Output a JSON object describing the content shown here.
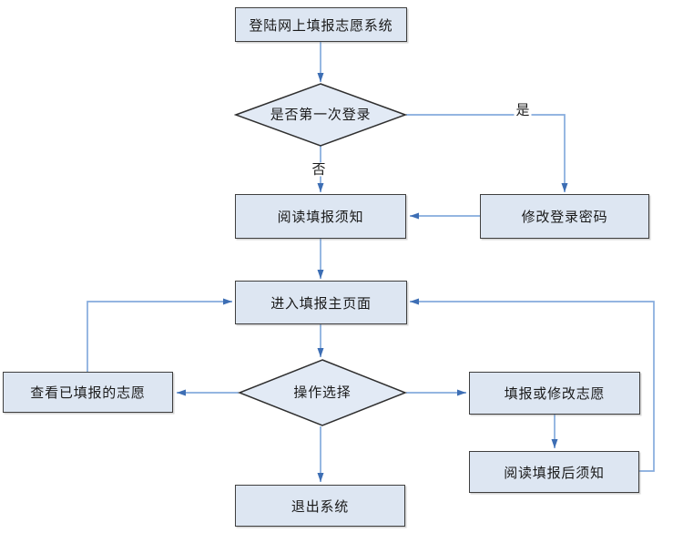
{
  "diagram": {
    "nodes": {
      "login": "登陆网上填报志愿系统",
      "first_login_decision": "是否第一次登录",
      "modify_password": "修改登录密码",
      "read_notice": "阅读填报须知",
      "main_page": "进入填报主页面",
      "operation_decision": "操作选择",
      "view_filled": "查看已填报的志愿",
      "fill_or_modify": "填报或修改志愿",
      "read_after_notice": "阅读填报后须知",
      "exit_system": "退出系统"
    },
    "edge_labels": {
      "yes": "是",
      "no": "否"
    },
    "colors": {
      "node_fill": "#dde6f2",
      "node_border": "#3f3f3f",
      "connector_line": "#85abdd",
      "arrowhead": "#3d6eb4",
      "text": "#1a1a1a",
      "background": "#ffffff"
    }
  }
}
